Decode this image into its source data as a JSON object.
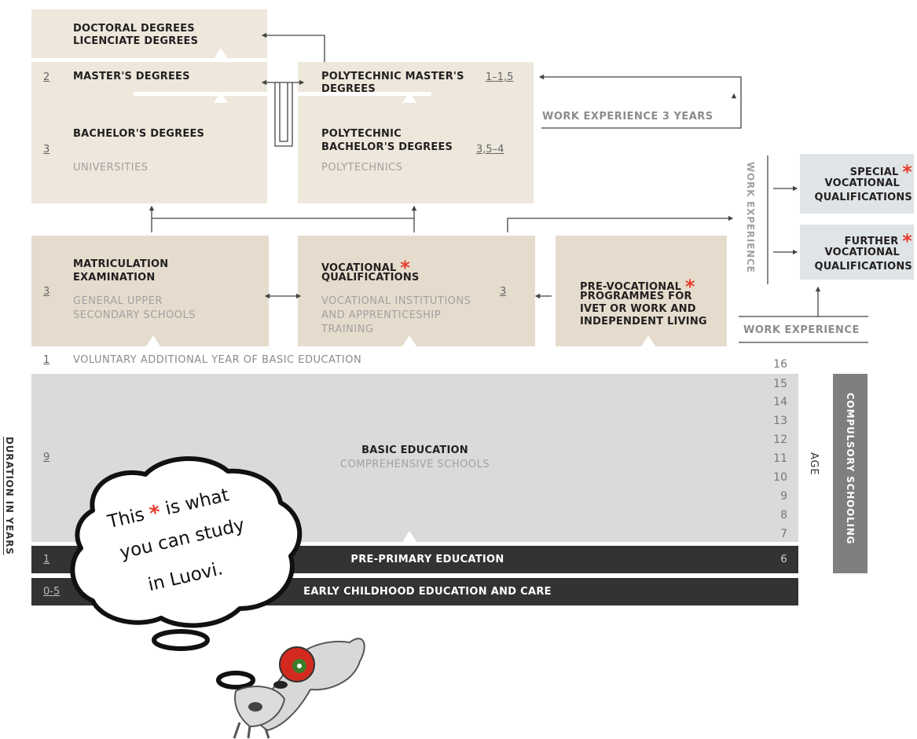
{
  "boxes": {
    "doctoral": {
      "line1": "DOCTORAL DEGREES",
      "line2": "LICENCIATE DEGREES"
    },
    "masters": {
      "title": "MASTER'S DEGREES",
      "years": "2"
    },
    "poly_masters": {
      "line1": "POLYTECHNIC MASTER'S",
      "line2": "DEGREES",
      "years": "1–1,5"
    },
    "bachelors": {
      "title": "BACHELOR'S DEGREES",
      "sub": "UNIVERSITIES",
      "years": "3"
    },
    "poly_bachelors": {
      "line1": "POLYTECHNIC",
      "line2": "BACHELOR'S DEGREES",
      "sub": "POLYTECHNICS",
      "years": "3,5–4"
    },
    "matric": {
      "line1": "MATRICULATION",
      "line2": "EXAMINATION",
      "sub1": "GENERAL UPPER",
      "sub2": "SECONDARY SCHOOLS",
      "years": "3"
    },
    "vocational": {
      "line1": "VOCATIONAL",
      "line2": "QUALIFICATIONS",
      "sub1": "VOCATIONAL INSTITUTIONS",
      "sub2": "AND APPRENTICESHIP",
      "sub3": "TRAINING",
      "years": "3"
    },
    "prevoc": {
      "line1": "PRE-VOCATIONAL",
      "line2": "PROGRAMMES FOR",
      "line3": "IVET OR WORK AND",
      "line4": "INDEPENDENT LIVING"
    },
    "special": {
      "line1": "SPECIAL",
      "line2": "VOCATIONAL",
      "line3": "QUALIFICATIONS"
    },
    "further": {
      "line1": "FURTHER",
      "line2": "VOCATIONAL",
      "line3": "QUALIFICATIONS"
    }
  },
  "labels": {
    "work_exp_3": "WORK EXPERIENCE 3 YEARS",
    "work_exp_vertical": "WORK EXPERIENCE",
    "work_exp": "WORK EXPERIENCE",
    "voluntary": "VOLUNTARY ADDITIONAL YEAR OF BASIC EDUCATION",
    "voluntary_years": "1",
    "basic_title": "BASIC EDUCATION",
    "basic_sub": "COMPREHENSIVE SCHOOLS",
    "basic_years": "9",
    "preprimary": "PRE-PRIMARY EDUCATION",
    "preprimary_years": "1",
    "preprimary_age": "6",
    "early": "EARLY CHILDHOOD EDUCATION AND CARE",
    "early_years": "0-5",
    "age_label": "AGE",
    "compulsory": "COMPULSORY SCHOOLING",
    "duration": "DURATION IN YEARS"
  },
  "ages": [
    "16",
    "15",
    "14",
    "13",
    "12",
    "11",
    "10",
    "9",
    "8",
    "7"
  ],
  "bubble": {
    "line1_a": "This",
    "line1_b": "is what",
    "line2": "you can study",
    "line3": "in Luovi."
  },
  "colors": {
    "beige": "#ede7dc",
    "star": "#e63b2e",
    "dark_bar": "#333333",
    "grey_box": "#dadada",
    "compulsory_bar": "#7f7f7f"
  }
}
